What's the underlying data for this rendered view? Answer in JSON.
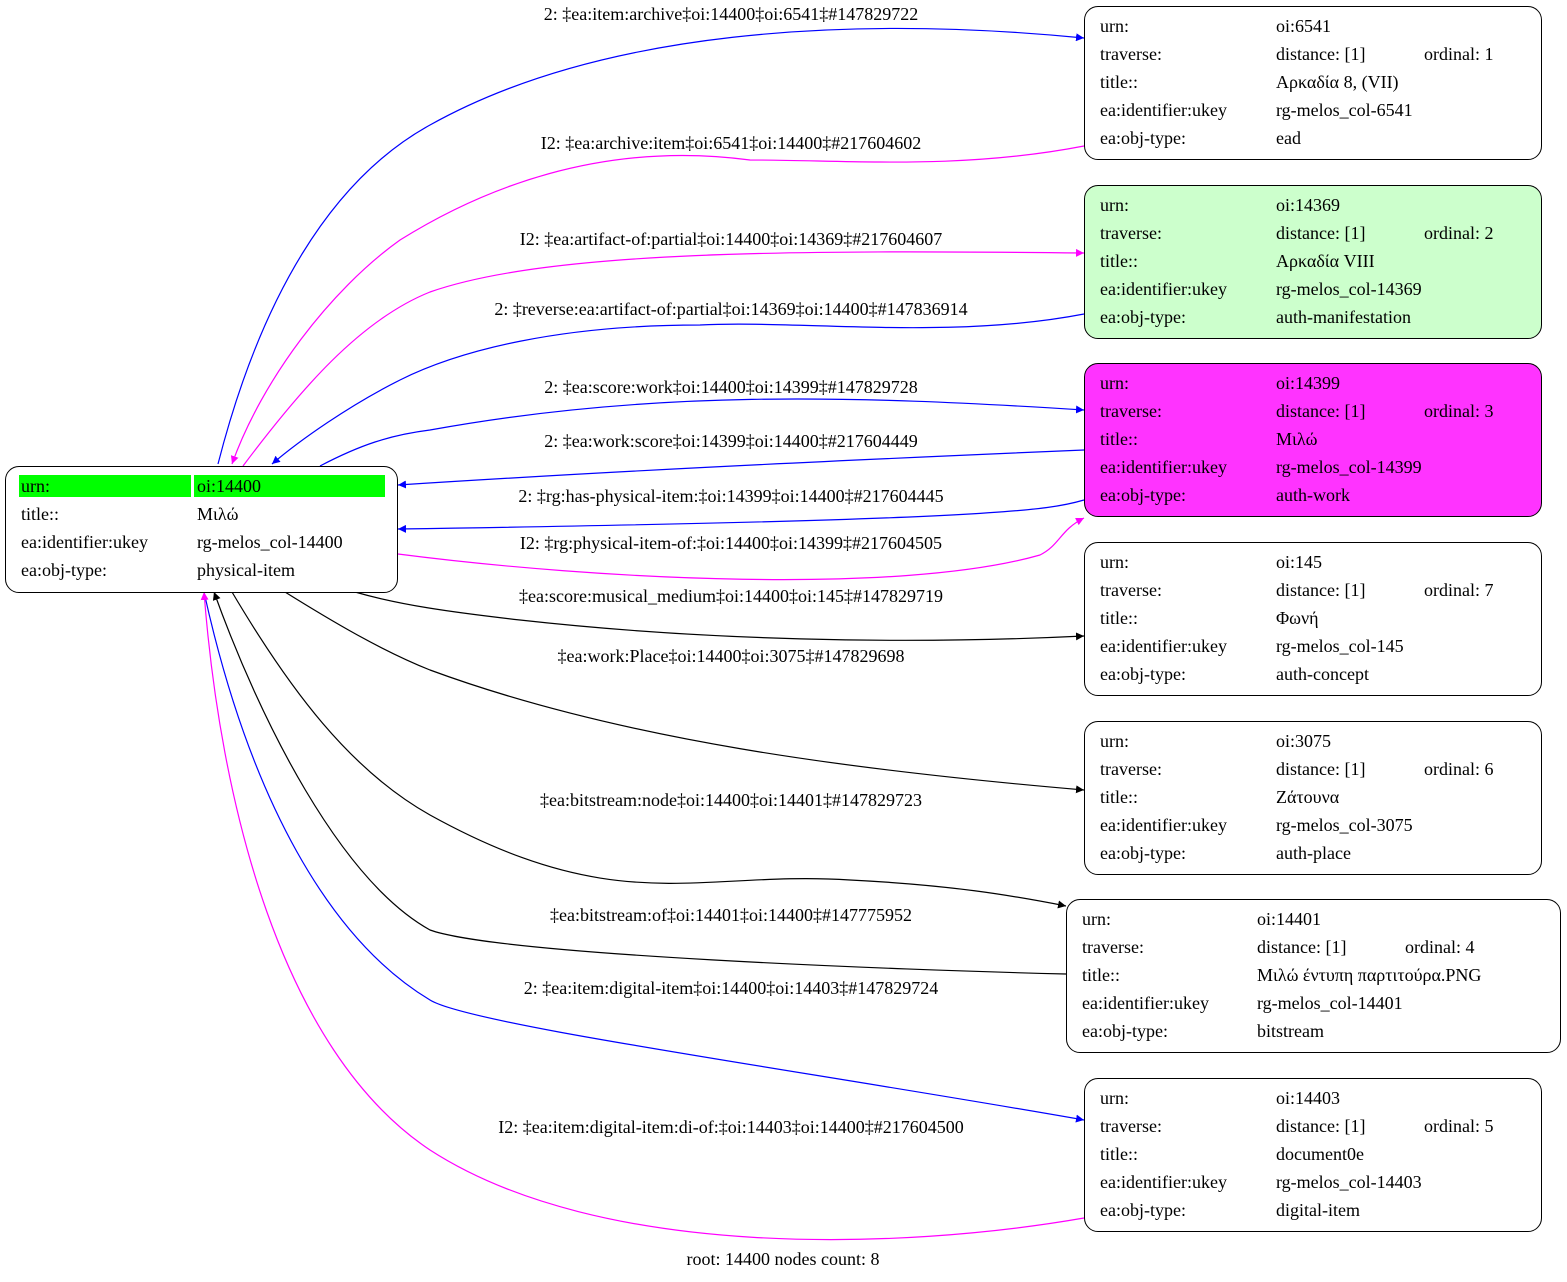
{
  "root_node": {
    "id": "oi:14400",
    "highlight_color": "#00ff00",
    "rows": [
      {
        "key": "urn:",
        "value": "oi:14400"
      },
      {
        "key": "title::",
        "value": "Μιλώ"
      },
      {
        "key": "ea:identifier:ukey",
        "value": "rg-melos_col-14400"
      },
      {
        "key": "ea:obj-type:",
        "value": "physical-item"
      }
    ]
  },
  "nodes": [
    {
      "urn": "oi:6541",
      "distance": "distance: [1]",
      "ordinal": "ordinal: 1",
      "title": "Αρκαδία 8, (VII)",
      "ukey": "rg-melos_col-6541",
      "obj_type": "ead",
      "fill": "#ffffff"
    },
    {
      "urn": "oi:14369",
      "distance": "distance: [1]",
      "ordinal": "ordinal: 2",
      "title": "Αρκαδία VIII",
      "ukey": "rg-melos_col-14369",
      "obj_type": "auth-manifestation",
      "fill": "#ccffcc"
    },
    {
      "urn": "oi:14399",
      "distance": "distance: [1]",
      "ordinal": "ordinal: 3",
      "title": "Μιλώ",
      "ukey": "rg-melos_col-14399",
      "obj_type": "auth-work",
      "fill": "#ff33ff"
    },
    {
      "urn": "oi:145",
      "distance": "distance: [1]",
      "ordinal": "ordinal: 7",
      "title": "Φωνή",
      "ukey": "rg-melos_col-145",
      "obj_type": "auth-concept",
      "fill": "#ffffff"
    },
    {
      "urn": "oi:3075",
      "distance": "distance: [1]",
      "ordinal": "ordinal: 6",
      "title": "Ζάτουνα",
      "ukey": "rg-melos_col-3075",
      "obj_type": "auth-place",
      "fill": "#ffffff"
    },
    {
      "urn": "oi:14401",
      "distance": "distance: [1]",
      "ordinal": "ordinal: 4",
      "title": "Μιλώ έντυπη παρτιτούρα.PNG",
      "ukey": "rg-melos_col-14401",
      "obj_type": "bitstream",
      "fill": "#ffffff"
    },
    {
      "urn": "oi:14403",
      "distance": "distance: [1]",
      "ordinal": "ordinal: 5",
      "title": "document0e",
      "ukey": "rg-melos_col-14403",
      "obj_type": "digital-item",
      "fill": "#ffffff"
    }
  ],
  "row_keys": {
    "urn": "urn:",
    "traverse": "traverse:",
    "title": "title::",
    "ukey": "ea:identifier:ukey",
    "obj_type": "ea:obj-type:"
  },
  "edges": [
    {
      "label": "2: ‡ea:item:archive‡oi:14400‡oi:6541‡#147829722",
      "color": "#0000ff"
    },
    {
      "label": "I2: ‡ea:archive:item‡oi:6541‡oi:14400‡#217604602",
      "color": "#ff00ff"
    },
    {
      "label": "I2: ‡ea:artifact-of:partial‡oi:14400‡oi:14369‡#217604607",
      "color": "#ff00ff"
    },
    {
      "label": "2: ‡reverse:ea:artifact-of:partial‡oi:14369‡oi:14400‡#147836914",
      "color": "#0000ff"
    },
    {
      "label": "2: ‡ea:score:work‡oi:14400‡oi:14399‡#147829728",
      "color": "#0000ff"
    },
    {
      "label": "2: ‡ea:work:score‡oi:14399‡oi:14400‡#217604449",
      "color": "#0000ff"
    },
    {
      "label": "2: ‡rg:has-physical-item:‡oi:14399‡oi:14400‡#217604445",
      "color": "#0000ff"
    },
    {
      "label": "I2: ‡rg:physical-item-of:‡oi:14400‡oi:14399‡#217604505",
      "color": "#ff00ff"
    },
    {
      "label": "‡ea:score:musical_medium‡oi:14400‡oi:145‡#147829719",
      "color": "#000000"
    },
    {
      "label": "‡ea:work:Place‡oi:14400‡oi:3075‡#147829698",
      "color": "#000000"
    },
    {
      "label": "‡ea:bitstream:node‡oi:14400‡oi:14401‡#147829723",
      "color": "#000000"
    },
    {
      "label": "‡ea:bitstream:of‡oi:14401‡oi:14400‡#147775952",
      "color": "#000000"
    },
    {
      "label": "2: ‡ea:item:digital-item‡oi:14400‡oi:14403‡#147829724",
      "color": "#0000ff"
    },
    {
      "label": "I2: ‡ea:item:digital-item:di-of:‡oi:14403‡oi:14400‡#217604500",
      "color": "#ff00ff"
    }
  ],
  "footer": "root: 14400 nodes count: 8"
}
